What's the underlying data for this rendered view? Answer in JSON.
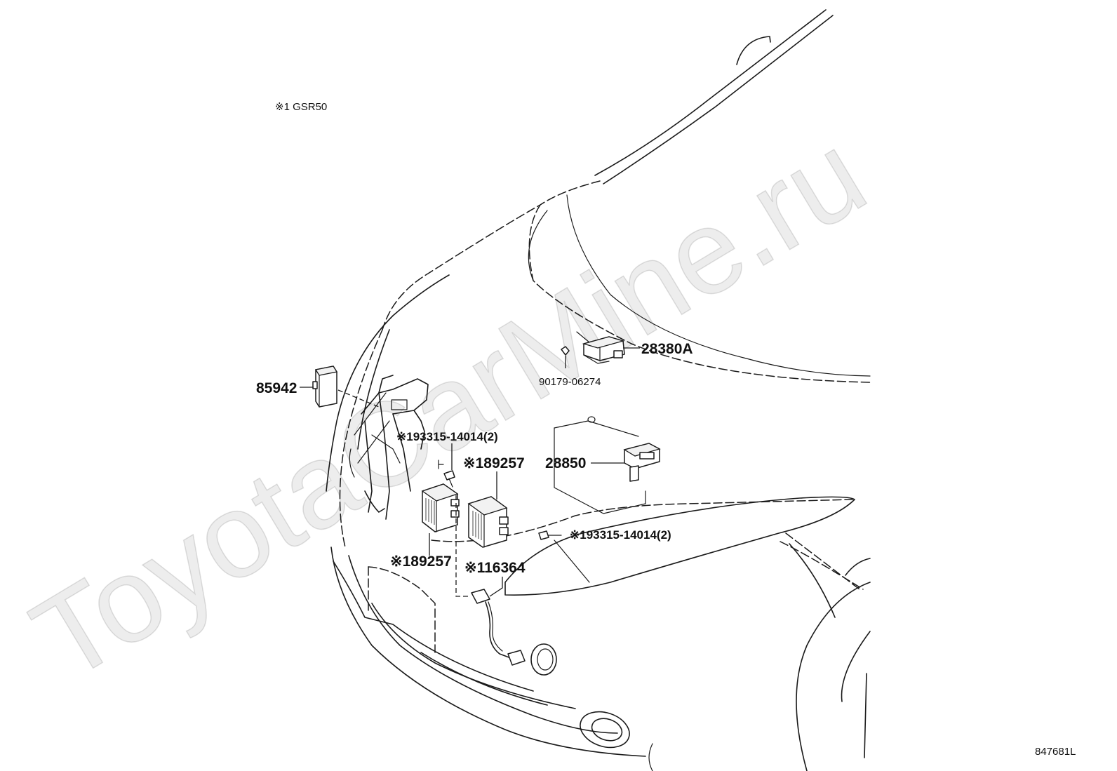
{
  "note": {
    "text": "※1 GSR50"
  },
  "diagram_code": "847681L",
  "watermark": "ToyotaCarMine.ru",
  "parts": [
    {
      "id": "p28380A",
      "label": "28380A"
    },
    {
      "id": "p90179",
      "label": "90179-06274"
    },
    {
      "id": "p85942",
      "label": "85942"
    },
    {
      "id": "p93315a",
      "label": "※193315-14014(2)"
    },
    {
      "id": "p89257a",
      "label": "※189257"
    },
    {
      "id": "p28850",
      "label": "28850"
    },
    {
      "id": "p93315b",
      "label": "※193315-14014(2)"
    },
    {
      "id": "p89257b",
      "label": "※189257"
    },
    {
      "id": "p16364",
      "label": "※116364"
    }
  ]
}
